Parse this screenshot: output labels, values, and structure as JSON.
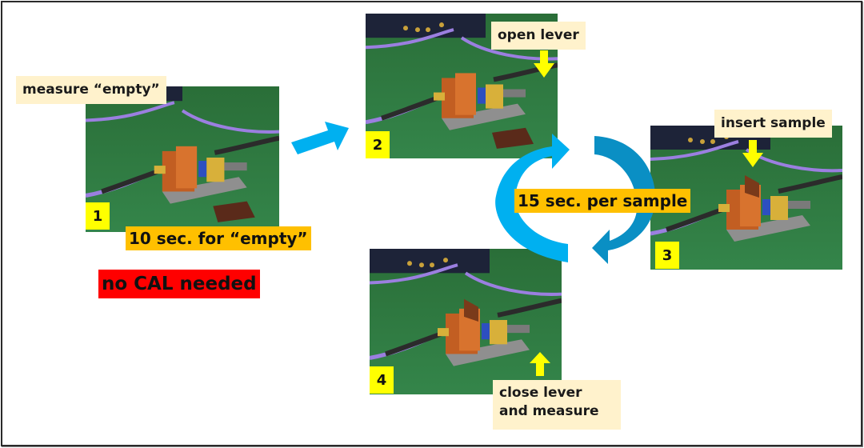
{
  "diagram": {
    "steps": [
      {
        "number": "1",
        "caption": "measure “empty”",
        "timing": "10 sec. for “empty”"
      },
      {
        "number": "2",
        "caption": "open lever"
      },
      {
        "number": "3",
        "caption": "insert sample"
      },
      {
        "number": "4",
        "caption_line1": "close lever",
        "caption_line2": "and measure"
      }
    ],
    "cycle_label": "15 sec. per sample",
    "note": "no CAL needed",
    "colors": {
      "arrow_blue": "#00b0f0",
      "arrow_blue_dark": "#0a8fc4",
      "step_badge": "#ffff00",
      "caption_bg": "#fff2cc",
      "timing_bg": "#ffc000",
      "note_bg": "#ff0000",
      "pointer_arrow": "#ffff00"
    }
  }
}
